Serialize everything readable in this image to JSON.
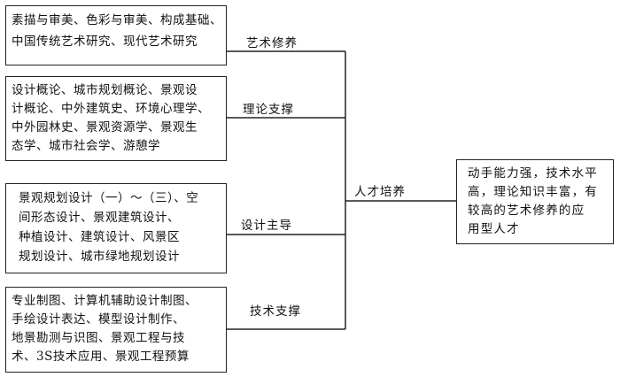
{
  "boxes": [
    {
      "id": "art",
      "lines": [
        "素描与审美、色彩与审美、构成基础、",
        "中国传统艺术研究、现代艺术研究"
      ]
    },
    {
      "id": "theory",
      "lines": [
        "设计概论、城市规划概论、景观设",
        "计概论、中外建筑史、环境心理学、",
        "中外园林史、景观资源学、景观生",
        "态学、城市社会学、游憩学"
      ]
    },
    {
      "id": "design",
      "lines": [
        "景观规划设计（一）～（三）、空",
        "间形态设计、景观建筑设计、",
        "种植设计、建筑设计、风景区",
        "规划设计、城市绿地规划设计"
      ]
    },
    {
      "id": "tech",
      "lines": [
        "专业制图、计算机辅助设计制图、",
        "手绘设计表达、模型设计制作、",
        "地景勘测与识图、景观工程与技",
        "术、3S技术应用、景观工程预算"
      ]
    }
  ],
  "labels": {
    "art": "艺术修养",
    "theory": "理论支撑",
    "design": "设计主导",
    "tech": "技术支撑",
    "talent": "人才培养"
  },
  "result": {
    "lines": [
      "动手能力强，技术水平",
      "高，理论知识丰富，有",
      "较高的艺术修养的应",
      "用型人才"
    ]
  }
}
